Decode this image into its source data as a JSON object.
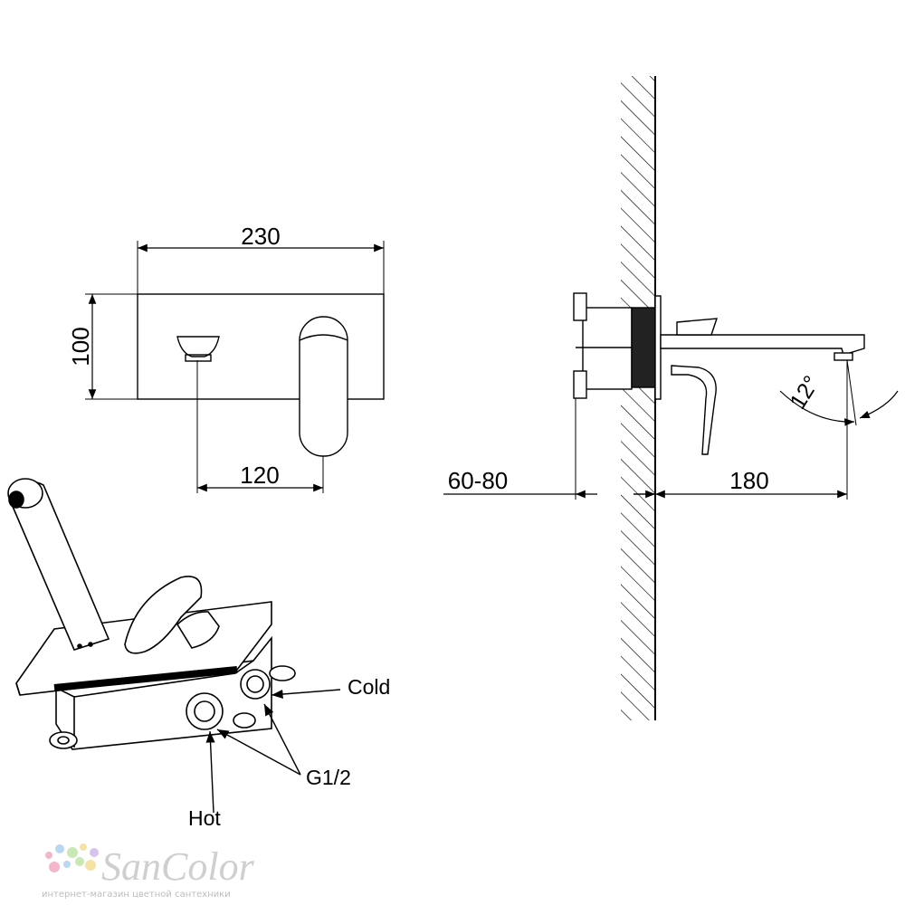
{
  "dimensions": {
    "width_230": "230",
    "height_100": "100",
    "spacing_120": "120",
    "wall_depth": "60-80",
    "spout_reach": "180",
    "angle": "12°"
  },
  "ports": {
    "cold": "Cold",
    "hot": "Hot",
    "thread": "G1/2"
  },
  "logo": {
    "name": "SanColor",
    "tagline": "интернет-магазин цветной сантехники",
    "dot_colors": [
      "#f4b6c8",
      "#b9d7f2",
      "#c9e8b4",
      "#f7e2a6",
      "#d8c3ef"
    ]
  }
}
